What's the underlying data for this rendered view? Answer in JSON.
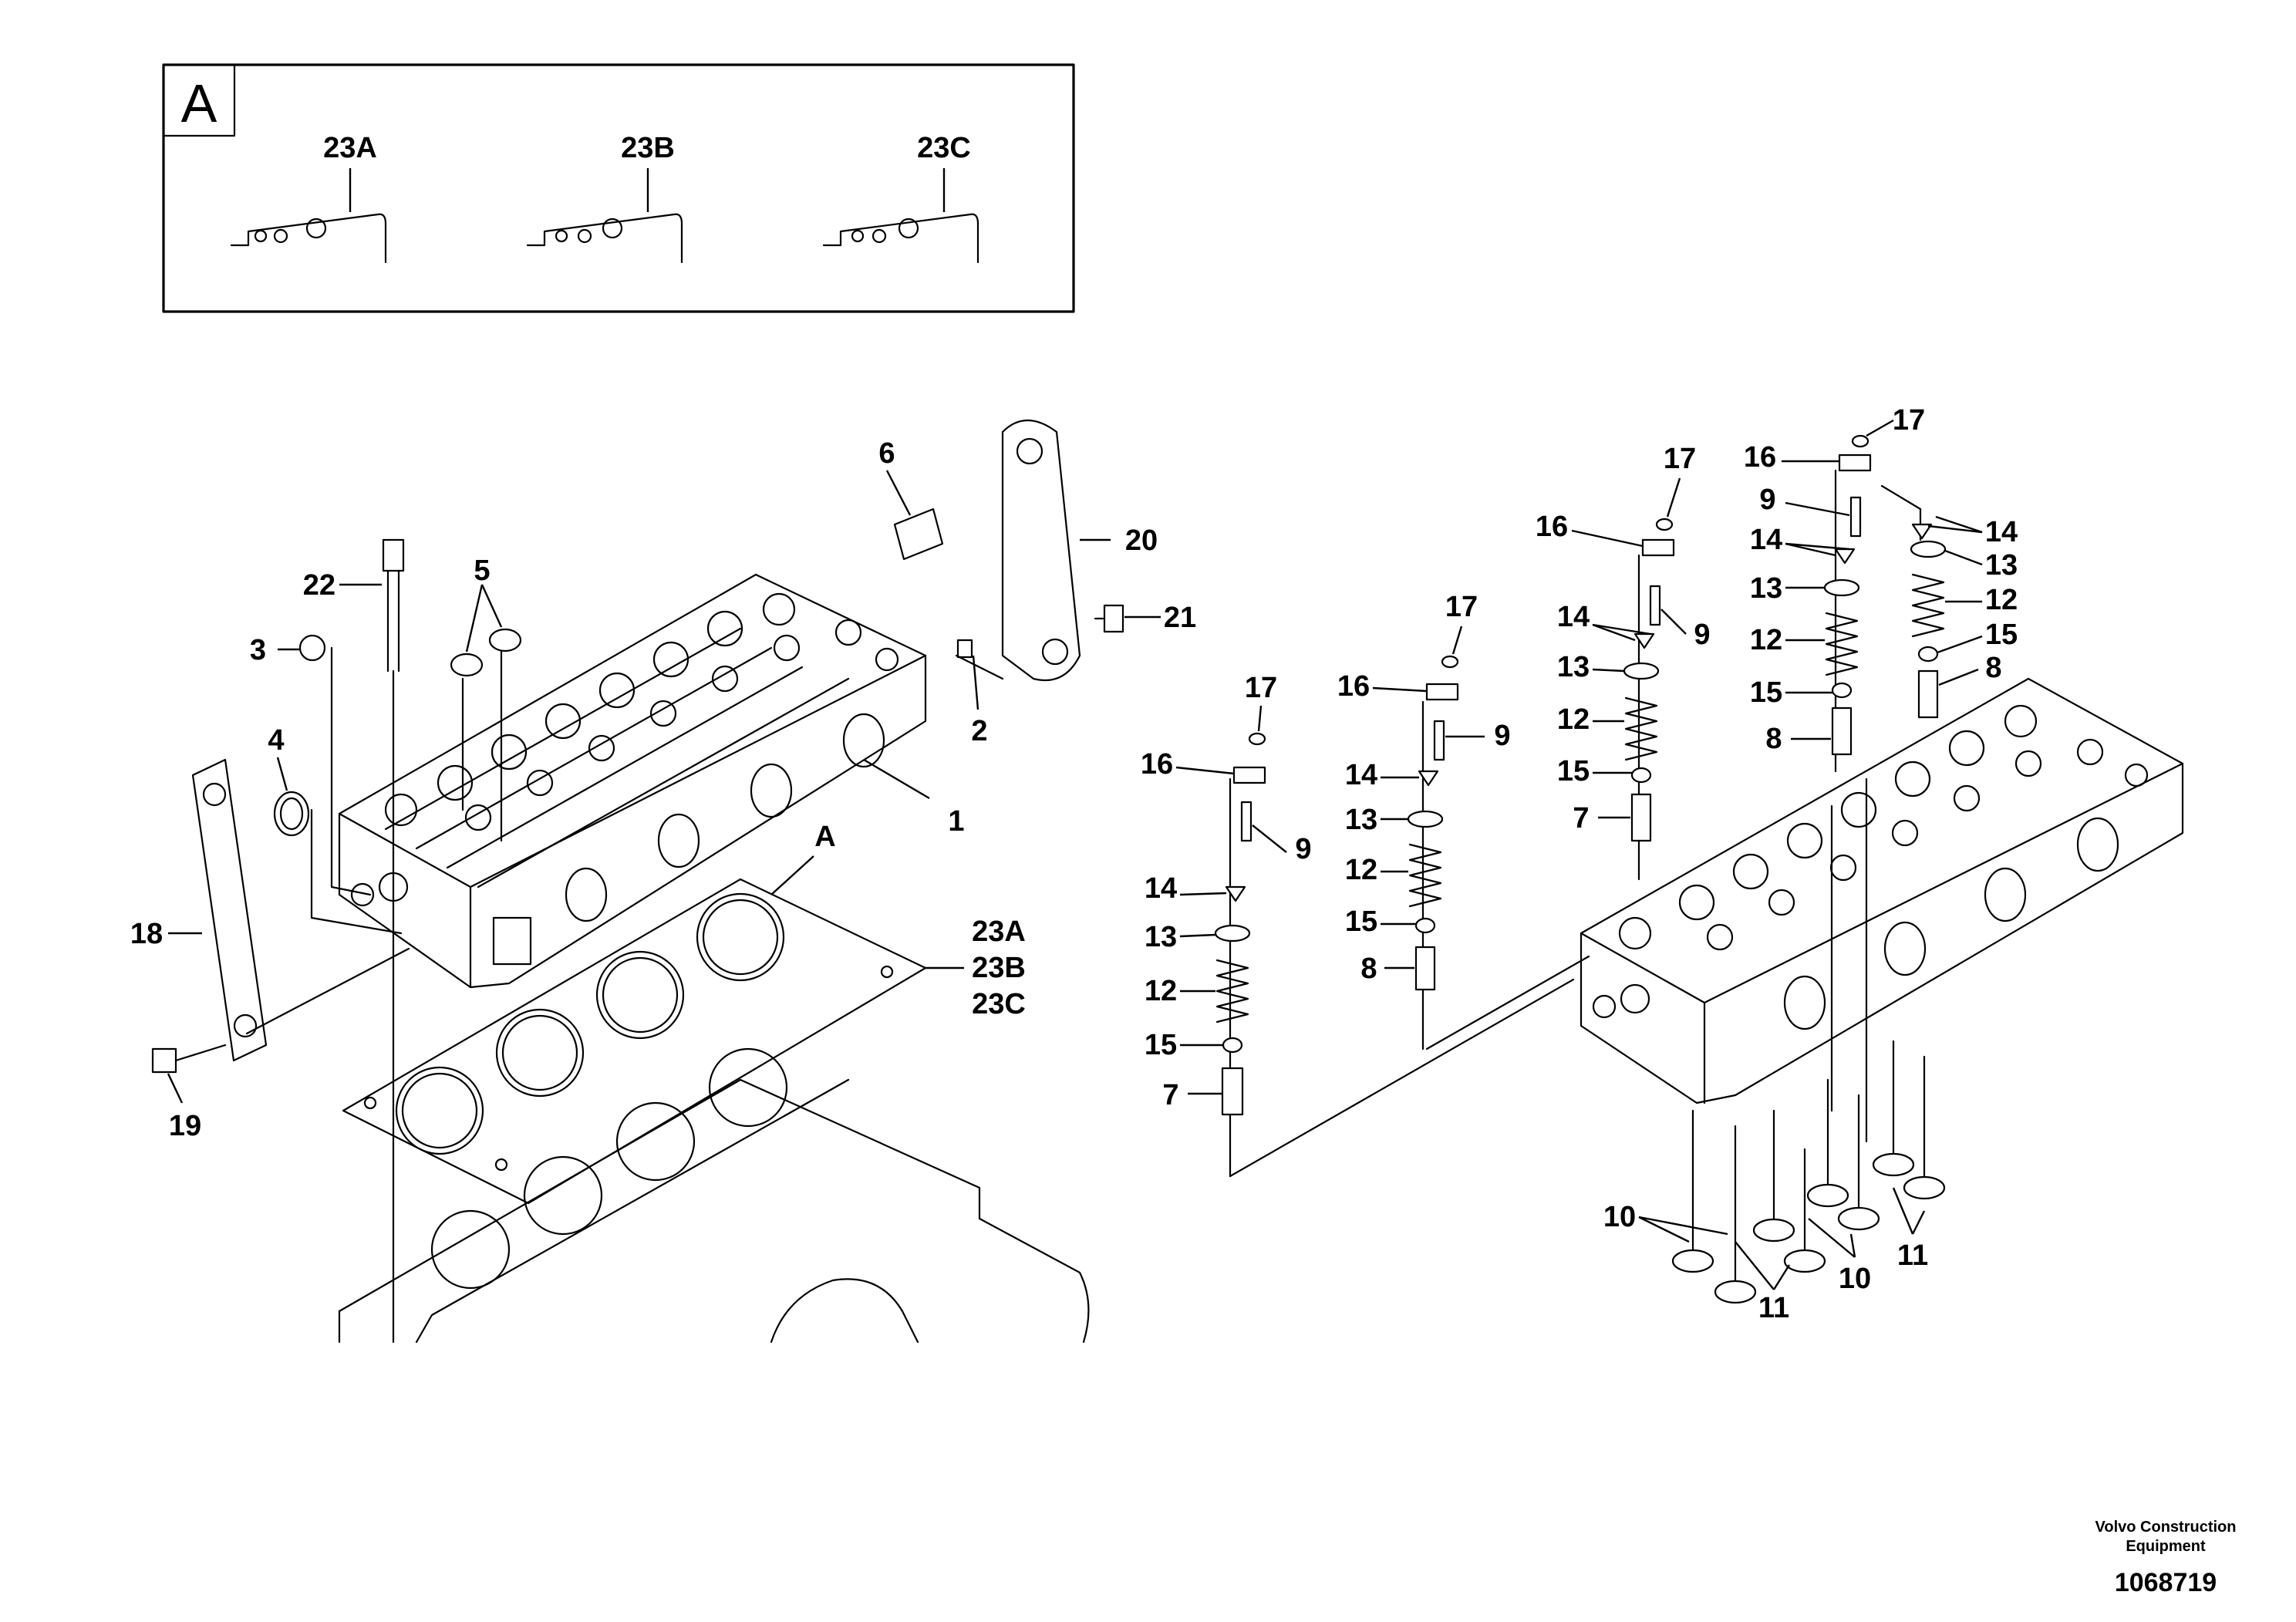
{
  "inset": {
    "letter": "A",
    "variants": [
      {
        "label": "23A"
      },
      {
        "label": "23B"
      },
      {
        "label": "23C"
      }
    ]
  },
  "callouts": {
    "c1": "1",
    "c2": "2",
    "c3": "3",
    "c4": "4",
    "c5": "5",
    "c6": "6",
    "c18": "18",
    "c19": "19",
    "c20": "20",
    "c21": "21",
    "c22": "22",
    "cA": "A",
    "c23A": "23A",
    "c23B": "23B",
    "c23C": "23C"
  },
  "valve_groups": [
    {
      "c17": "17",
      "c16": "16",
      "c9": "9",
      "c14": "14",
      "c13": "13",
      "c12": "12",
      "c15": "15",
      "c7": "7"
    },
    {
      "c17": "17",
      "c16": "16",
      "c9": "9",
      "c14": "14",
      "c13": "13",
      "c12": "12",
      "c15": "15",
      "c8": "8"
    },
    {
      "c17": "17",
      "c16": "16",
      "c9": "9",
      "c14": "14",
      "c13": "13",
      "c12": "12",
      "c15": "15",
      "c7": "7"
    },
    {
      "c17": "17",
      "c16": "16",
      "c9": "9",
      "c14": "14",
      "c13": "13",
      "c12": "12",
      "c15": "15",
      "c8": "8"
    },
    {
      "c14": "14",
      "c13": "13",
      "c12": "12",
      "c15": "15",
      "c8": "8"
    }
  ],
  "valves": {
    "c10a": "10",
    "c11a": "11",
    "c10b": "10",
    "c11b": "11"
  },
  "footer": {
    "brand_line1": "Volvo Construction",
    "brand_line2": "Equipment",
    "doc_number": "1068719"
  }
}
